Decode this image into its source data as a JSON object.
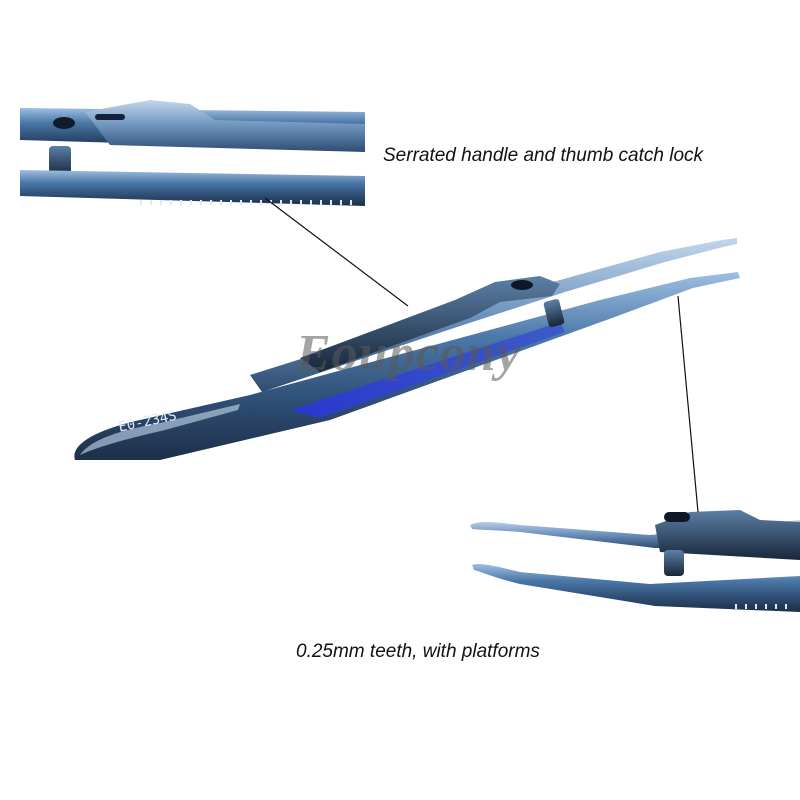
{
  "captions": {
    "handle_detail": "Serrated handle and thumb catch lock",
    "tip_detail": "0.25mm teeth, with platforms"
  },
  "product": {
    "model_engraving": "E0-234S",
    "watermark": "Eoupcony"
  },
  "colors": {
    "background": "#ffffff",
    "steel_blue": "#3f6a9a",
    "steel_dark": "#24364f",
    "steel_light": "#8fb1d6",
    "accent_blue": "#2330d6",
    "caption_text": "#111111",
    "leader_line": "#111111"
  }
}
